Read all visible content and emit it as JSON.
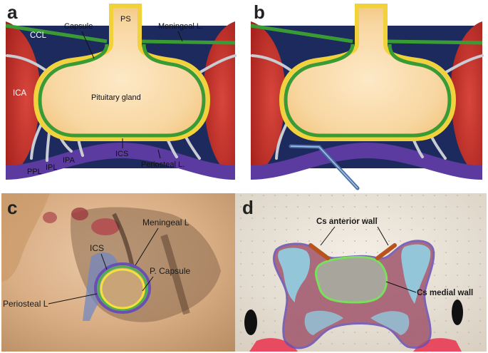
{
  "panels": {
    "a": {
      "letter": "a",
      "labels": {
        "ps": "PS",
        "capsule": "Capsule",
        "meningeal": "Meningeal L.",
        "ccl": "CCL",
        "ica": "ICA",
        "pituitary_gland": "Pituitary gland",
        "ics": "ICS",
        "periosteal": "Periosteal L.",
        "ppl": "PPL",
        "ipl": "IPL",
        "ipa": "IPA"
      }
    },
    "b": {
      "letter": "b"
    },
    "c": {
      "letter": "c",
      "labels": {
        "meningeal": "Meningeal L",
        "ics": "ICS",
        "p_capsule": "P. Capsule",
        "periosteal": "Periosteal L"
      }
    },
    "d": {
      "letter": "d",
      "labels": {
        "cs_anterior": "Cs anterior wall",
        "cs_medial": "Cs medial wall"
      }
    }
  },
  "colors": {
    "navy": "#1c2a5e",
    "artery_red": "#c0302a",
    "gland_fill": "#f9d9a6",
    "capsule_yellow": "#f2d23a",
    "meningeal_green": "#3a9b34",
    "periosteal_purple": "#5b3ba0",
    "ligament_grey": "#c9ccd2"
  }
}
